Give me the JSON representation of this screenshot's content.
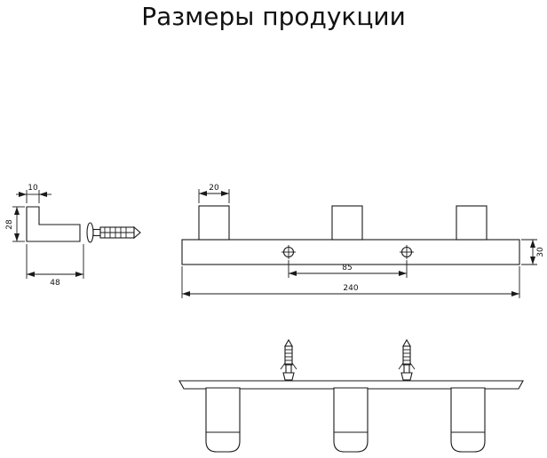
{
  "page": {
    "title": "Размеры продукции"
  },
  "side_view": {
    "dims": {
      "top_width": "10",
      "height": "28",
      "depth": "48"
    }
  },
  "front_view": {
    "dims": {
      "hook_width": "20",
      "hole_spacing": "85",
      "total_length": "240",
      "rail_height": "30"
    }
  },
  "icons": {
    "screw_anchor": "screw-with-wall-plug",
    "screw_hole": "cross-slot-screw-head"
  },
  "colors": {
    "line": "#1a1a1a",
    "background": "#ffffff"
  }
}
